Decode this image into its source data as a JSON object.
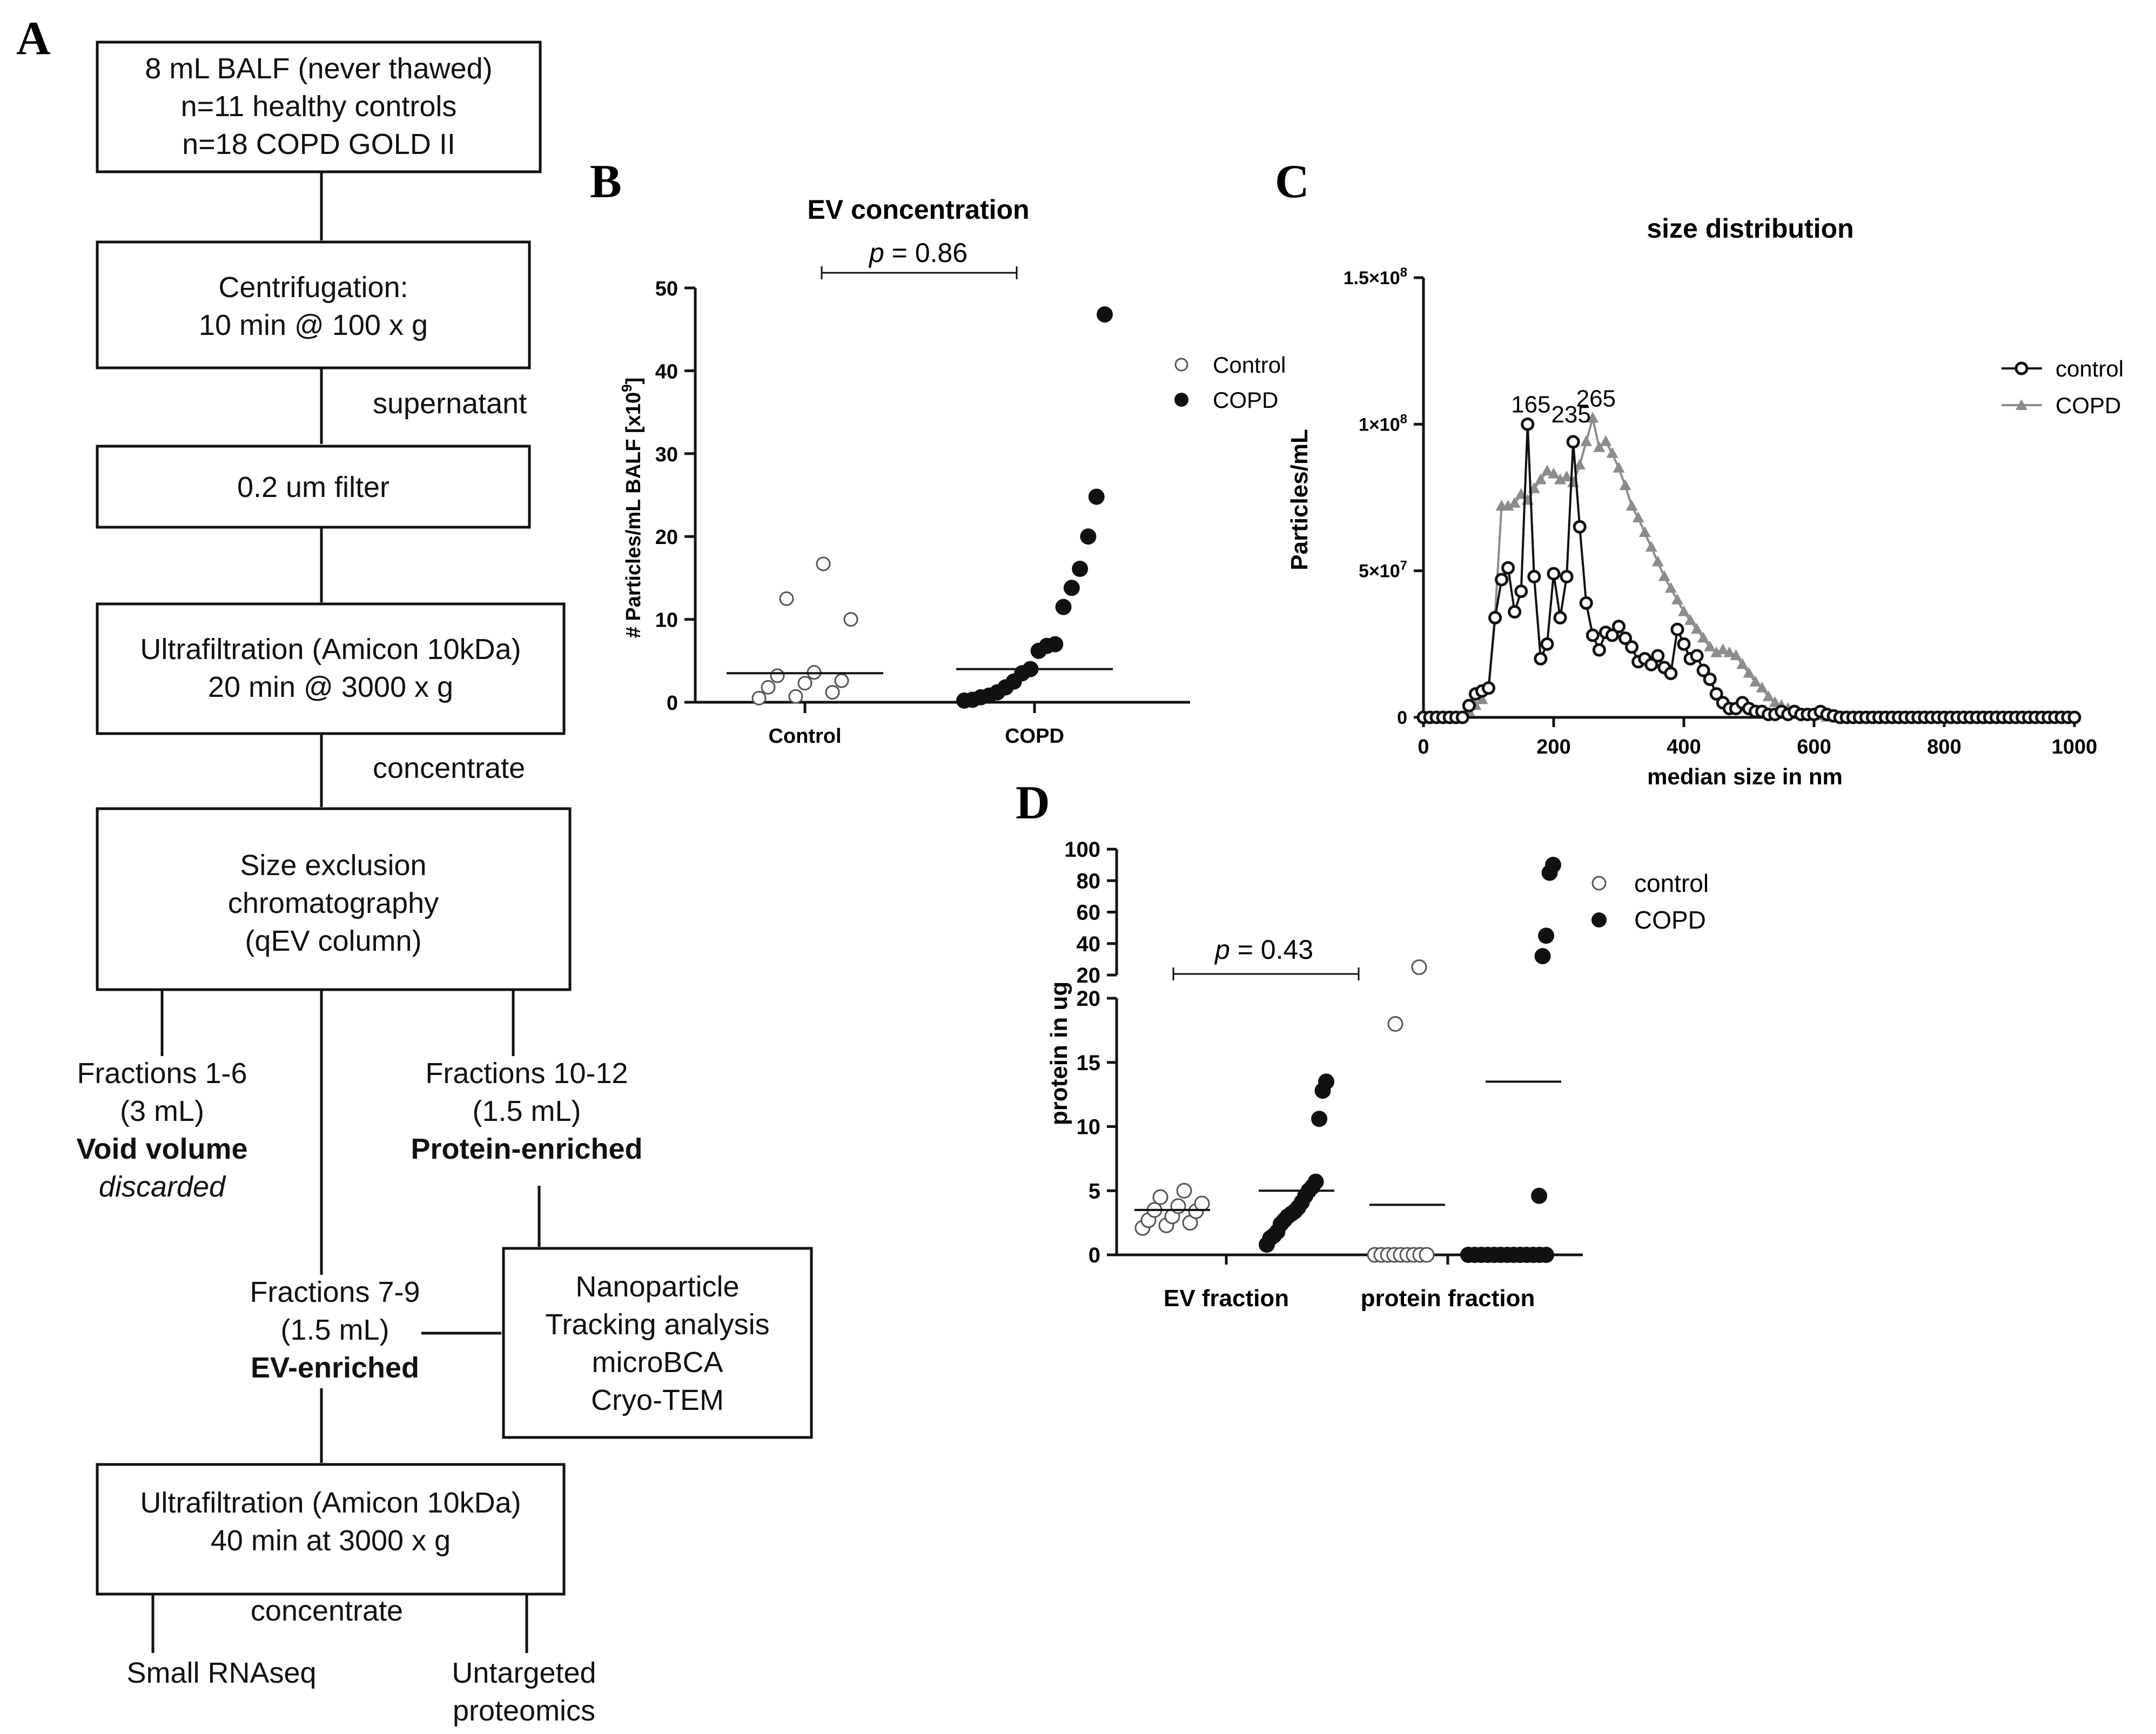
{
  "panels": {
    "A": "A",
    "B": "B",
    "C": "C",
    "D": "D"
  },
  "flowchart": {
    "box_source": [
      "8 mL BALF (never thawed)",
      "n=11 healthy controls",
      "n=18 COPD GOLD II"
    ],
    "box_centrifugation": [
      "Centrifugation:",
      "10 min @ 100 x g"
    ],
    "label_supernatant": "supernatant",
    "box_filter": [
      "0.2 um filter"
    ],
    "box_ultrafiltration1": [
      "Ultrafiltration (Amicon 10kDa)",
      "20 min @ 3000 x g"
    ],
    "label_concentrate1": "concentrate",
    "box_sec": [
      "Size exclusion",
      "chromatography",
      "(qEV column)"
    ],
    "fractions_void": [
      "Fractions 1-6",
      "(3 mL)",
      "Void volume",
      "discarded"
    ],
    "fractions_protein": [
      "Fractions 10-12",
      "(1.5 mL)",
      "Protein-enriched"
    ],
    "fractions_ev": [
      "Fractions 7-9",
      "(1.5 mL)",
      "EV-enriched"
    ],
    "box_analysis": [
      "Nanoparticle",
      "Tracking analysis",
      "microBCA",
      "Cryo-TEM"
    ],
    "box_ultrafiltration2": [
      "Ultrafiltration (Amicon 10kDa)",
      "40 min at 3000 x g"
    ],
    "label_concentrate2": "concentrate",
    "out_rnaseq": [
      "Small RNAseq"
    ],
    "out_proteomics": [
      "Untargeted",
      "proteomics"
    ]
  },
  "chart_data": [
    {
      "panel": "B",
      "type": "scatter",
      "title": "EV concentration",
      "ylabel": "# Particles/mL BALF [x10",
      "ylabel_sup": "9",
      "ylabel_end": "]",
      "ylim": [
        0,
        50
      ],
      "yticks": [
        "0",
        "10",
        "20",
        "30",
        "40",
        "50"
      ],
      "categories": [
        "Control",
        "COPD"
      ],
      "legend": [
        "Control",
        "COPD"
      ],
      "significance": {
        "p_label": "p",
        "p_value": " = 0.86"
      },
      "series": [
        {
          "name": "Control",
          "marker": "open-circle",
          "median": 3.5,
          "values": [
            16.7,
            12.5,
            10.0,
            3.6,
            3.2,
            2.6,
            2.3,
            1.8,
            1.2,
            0.7,
            0.5
          ]
        },
        {
          "name": "COPD",
          "marker": "filled-circle",
          "median": 4.0,
          "values": [
            46.8,
            24.8,
            20.0,
            16.1,
            13.8,
            11.5,
            7.0,
            6.8,
            6.2,
            4.0,
            3.5,
            2.5,
            1.8,
            1.2,
            0.8,
            0.6,
            0.3,
            0.2
          ]
        }
      ]
    },
    {
      "panel": "C",
      "type": "line",
      "title": "size distribution",
      "xlabel": "median size in nm",
      "ylabel": "Particles/mL",
      "xlim": [
        0,
        1000
      ],
      "ylim": [
        0,
        150000000.0
      ],
      "xticks": [
        "0",
        "200",
        "400",
        "600",
        "800",
        "1000"
      ],
      "ytick_values": [
        0,
        50000000.0,
        100000000.0,
        150000000.0
      ],
      "yticks": [
        {
          "base": "0",
          "exp": ""
        },
        {
          "base": "5×10",
          "exp": "7"
        },
        {
          "base": "1×10",
          "exp": "8"
        },
        {
          "base": "1.5×10",
          "exp": "8"
        }
      ],
      "legend": [
        "control",
        "COPD"
      ],
      "annotations": [
        {
          "text": "165",
          "x": 165,
          "y": 100000000.0
        },
        {
          "text": "235",
          "x": 235,
          "y": 94000000.0
        },
        {
          "text": "265",
          "x": 265,
          "y": 102000000.0
        }
      ],
      "x": [
        0,
        10,
        20,
        30,
        40,
        50,
        60,
        70,
        80,
        90,
        100,
        110,
        120,
        130,
        140,
        150,
        160,
        170,
        180,
        190,
        200,
        210,
        220,
        230,
        240,
        250,
        260,
        270,
        280,
        290,
        300,
        310,
        320,
        330,
        340,
        350,
        360,
        370,
        380,
        390,
        400,
        410,
        420,
        430,
        440,
        450,
        460,
        470,
        480,
        490,
        500,
        510,
        520,
        530,
        540,
        550,
        560,
        570,
        580,
        590,
        600,
        610,
        620,
        630,
        640,
        650,
        660,
        670,
        680,
        690,
        700,
        710,
        720,
        730,
        740,
        750,
        760,
        770,
        780,
        790,
        800,
        810,
        820,
        830,
        840,
        850,
        860,
        870,
        880,
        890,
        900,
        910,
        920,
        930,
        940,
        950,
        960,
        970,
        980,
        990,
        1000
      ],
      "series": [
        {
          "name": "control",
          "marker": "open-circle",
          "color": "#111111",
          "values": [
            0,
            0,
            0,
            0,
            0,
            0,
            0,
            0.4,
            0.8,
            0.9,
            1.0,
            3.4,
            4.7,
            5.1,
            3.6,
            4.3,
            10.0,
            4.8,
            2.0,
            2.5,
            4.9,
            3.4,
            4.8,
            9.4,
            6.5,
            3.9,
            2.8,
            2.3,
            2.9,
            2.8,
            3.1,
            2.7,
            2.4,
            1.9,
            2.0,
            1.8,
            2.1,
            1.7,
            1.5,
            3.0,
            2.5,
            2.0,
            2.1,
            1.6,
            1.3,
            0.8,
            0.5,
            0.3,
            0.3,
            0.5,
            0.3,
            0.2,
            0.2,
            0.1,
            0.1,
            0.2,
            0.1,
            0.2,
            0.1,
            0.1,
            0.1,
            0.2,
            0.1,
            0.05,
            0,
            0,
            0,
            0,
            0,
            0,
            0,
            0,
            0,
            0,
            0,
            0,
            0,
            0,
            0,
            0,
            0,
            0,
            0,
            0,
            0,
            0,
            0,
            0,
            0,
            0,
            0,
            0,
            0,
            0,
            0,
            0,
            0,
            0,
            0,
            0,
            0
          ]
        },
        {
          "name": "COPD",
          "marker": "triangle",
          "color": "#8c8c8c",
          "values": [
            0,
            0,
            0,
            0,
            0,
            0,
            0,
            0.2,
            0.4,
            0.6,
            1.0,
            3.5,
            7.2,
            7.2,
            7.3,
            7.6,
            7.4,
            7.8,
            8.1,
            8.4,
            8.3,
            8.1,
            8.2,
            8.0,
            8.6,
            9.4,
            10.2,
            9.2,
            9.4,
            9.0,
            8.5,
            7.9,
            7.2,
            6.8,
            6.3,
            5.8,
            5.3,
            4.8,
            4.4,
            4.0,
            3.6,
            3.3,
            3.0,
            2.7,
            2.4,
            2.2,
            2.3,
            2.2,
            2.1,
            1.8,
            1.5,
            1.2,
            1.0,
            0.7,
            0.5,
            0.4,
            0.3,
            0.2,
            0.1,
            0.1,
            0.1,
            0.05,
            0,
            0,
            0,
            0,
            0,
            0,
            0,
            0,
            0,
            0,
            0,
            0,
            0,
            0,
            0,
            0,
            0,
            0,
            0,
            0,
            0,
            0,
            0,
            0,
            0,
            0,
            0,
            0,
            0,
            0,
            0,
            0,
            0,
            0,
            0,
            0,
            0,
            0,
            0
          ]
        }
      ],
      "value_unit": "x10^7 particles/mL"
    },
    {
      "panel": "D",
      "type": "scatter",
      "ylabel": "protein in ug",
      "axis_break": {
        "lower_max": 20,
        "upper_min": 20,
        "upper_max": 100
      },
      "yticks_lower": [
        "0",
        "5",
        "10",
        "15",
        "20"
      ],
      "yticks_upper": [
        "20",
        "40",
        "60",
        "80",
        "100"
      ],
      "categories": [
        "EV fraction",
        "protein fraction"
      ],
      "legend": [
        "control",
        "COPD"
      ],
      "significance": {
        "p_label": "p",
        "p_value": " = 0.43"
      },
      "groups": [
        {
          "category": "EV fraction",
          "series": "control",
          "median": 3.5,
          "values": [
            5.0,
            4.5,
            4.0,
            3.8,
            3.5,
            3.4,
            3.0,
            2.7,
            2.5,
            2.3,
            2.1
          ]
        },
        {
          "category": "EV fraction",
          "series": "COPD",
          "median": 5.0,
          "values": [
            13.5,
            12.8,
            10.6,
            5.7,
            5.3,
            5.0,
            4.6,
            4.1,
            3.7,
            3.4,
            3.2,
            3.0,
            2.7,
            2.4,
            1.8,
            1.5,
            1.3,
            0.8
          ]
        },
        {
          "category": "protein fraction",
          "series": "control",
          "median": 3.9,
          "values": [
            25,
            18,
            0,
            0,
            0,
            0,
            0,
            0,
            0,
            0,
            0
          ]
        },
        {
          "category": "protein fraction",
          "series": "COPD",
          "median": 13.5,
          "values": [
            90,
            85,
            45,
            32,
            4.6,
            0,
            0,
            0,
            0,
            0,
            0,
            0,
            0,
            0,
            0,
            0,
            0,
            0
          ]
        }
      ]
    }
  ]
}
